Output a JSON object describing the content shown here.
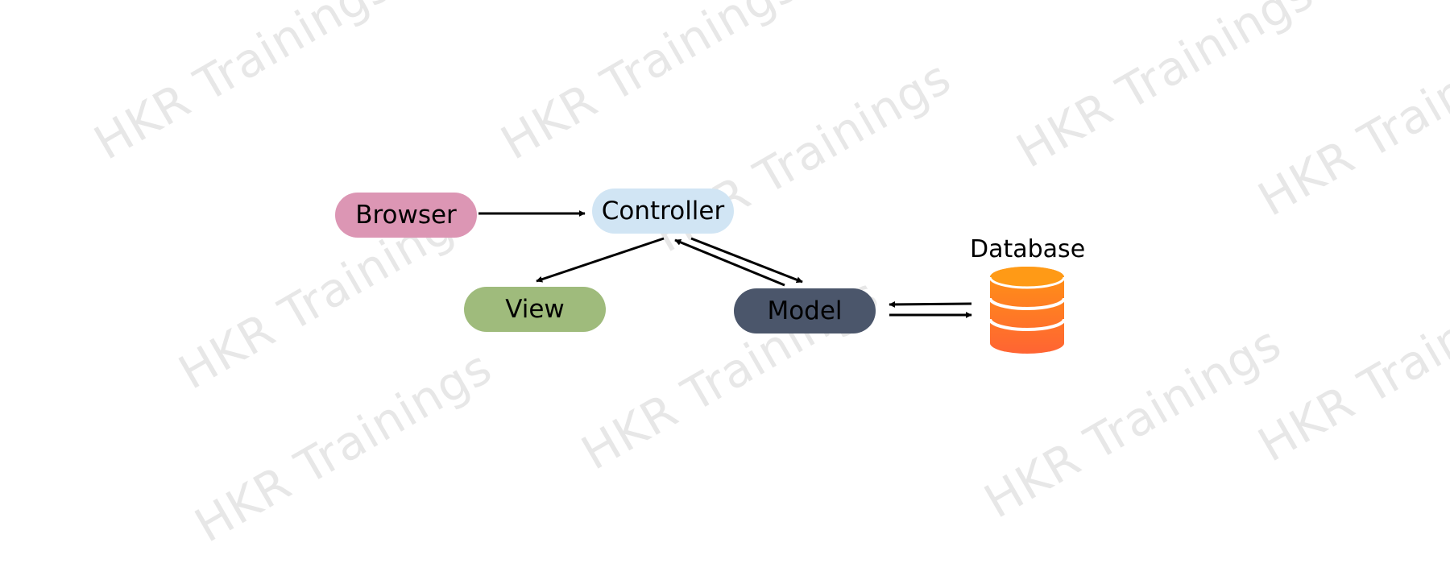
{
  "watermark": {
    "text": "HKR Trainings",
    "color": "#e7e7e7"
  },
  "nodes": {
    "browser": {
      "label": "Browser",
      "color": "#dc96b4"
    },
    "controller": {
      "label": "Controller",
      "color": "#d1e5f4"
    },
    "view": {
      "label": "View",
      "color": "#9fbb7c"
    },
    "model": {
      "label": "Model",
      "color": "#4b566b"
    },
    "database": {
      "label": "Database",
      "icon": "database-icon",
      "color_top": "#ff9414",
      "color_bottom": "#ff6433"
    }
  },
  "connections": [
    {
      "from": "Browser",
      "to": "Controller"
    },
    {
      "from": "Controller",
      "to": "View"
    },
    {
      "from": "Controller",
      "to": "Model"
    },
    {
      "from": "Model",
      "to": "Controller"
    },
    {
      "from": "Database",
      "to": "Model"
    },
    {
      "from": "Model",
      "to": "Database"
    }
  ]
}
